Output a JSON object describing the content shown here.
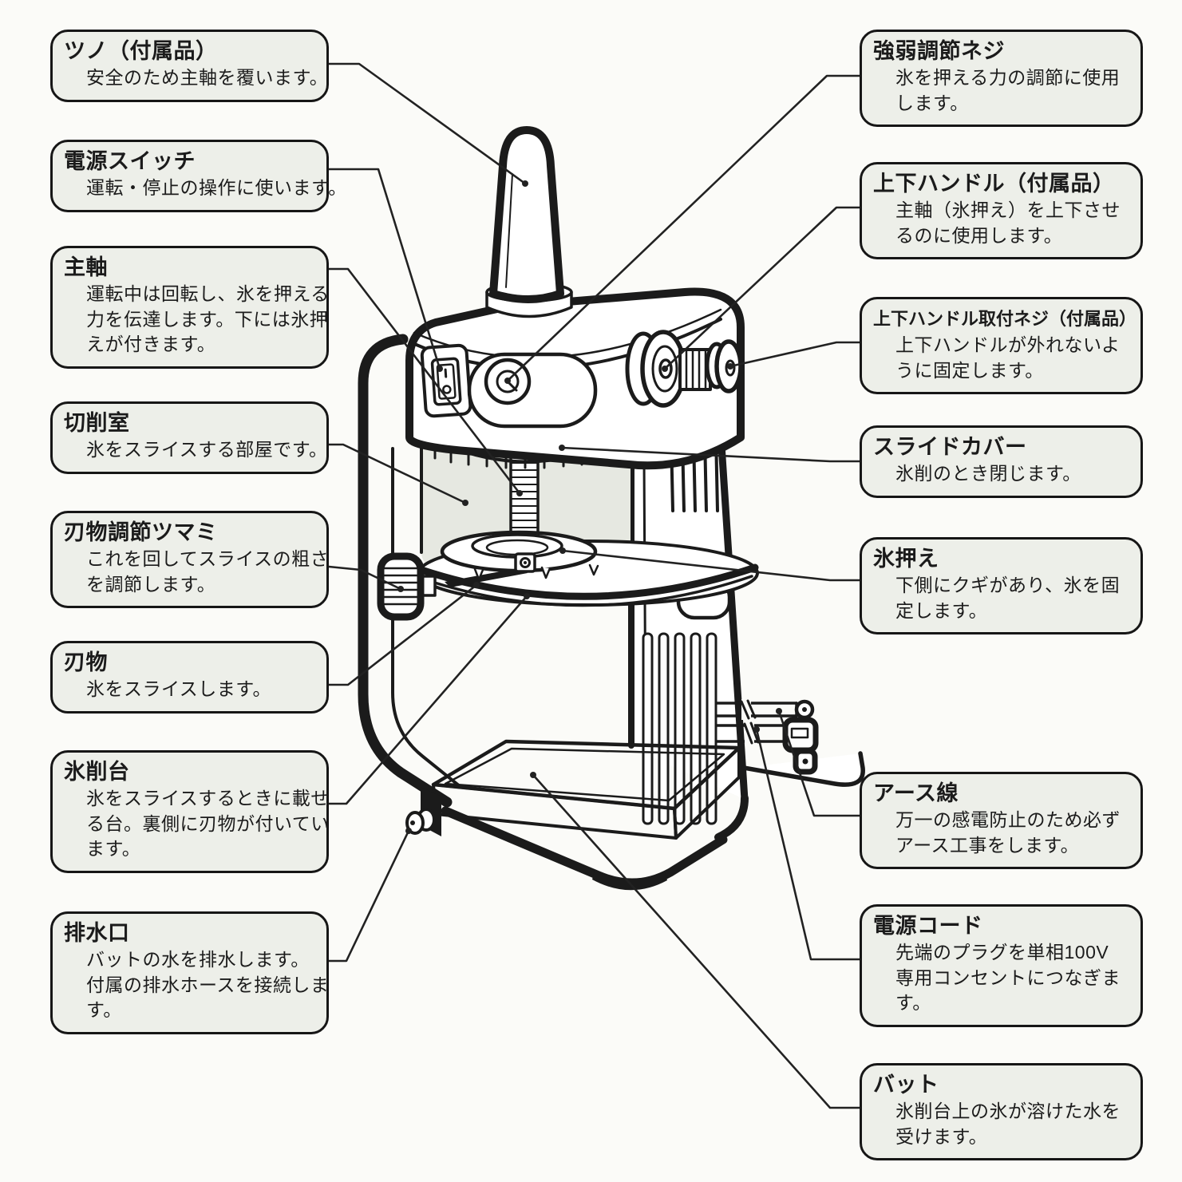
{
  "theme": {
    "background": "#fbfbf8",
    "ink": "#1b1b1b",
    "box_fill": "#edefe9",
    "box_border": "#161616"
  },
  "labels_left": [
    {
      "title": "ツノ（付属品）",
      "desc_lines": [
        "安全のため主軸を覆います。"
      ]
    },
    {
      "title": "電源スイッチ",
      "desc_lines": [
        "運転・停止の操作に使います。"
      ]
    },
    {
      "title": "主軸",
      "desc_lines": [
        "運転中は回転し、氷を押える",
        "力を伝達します。下には氷押",
        "えが付きます。"
      ]
    },
    {
      "title": "切削室",
      "desc_lines": [
        "氷をスライスする部屋です。"
      ]
    },
    {
      "title": "刃物調節ツマミ",
      "desc_lines": [
        "これを回してスライスの粗さ",
        "を調節します。"
      ]
    },
    {
      "title": "刃物",
      "desc_lines": [
        "氷をスライスします。"
      ]
    },
    {
      "title": "氷削台",
      "desc_lines": [
        "氷をスライスするときに載せ",
        "る台。裏側に刃物が付いてい",
        "ます。"
      ]
    },
    {
      "title": "排水口",
      "desc_lines": [
        "バットの水を排水します。",
        "付属の排水ホースを接続しま",
        "す。"
      ]
    }
  ],
  "labels_right": [
    {
      "title": "強弱調節ネジ",
      "desc_lines": [
        "氷を押える力の調節に使用",
        "します。"
      ]
    },
    {
      "title": "上下ハンドル（付属品）",
      "desc_lines": [
        "主軸（氷押え）を上下させ",
        "るのに使用します。"
      ]
    },
    {
      "title": "上下ハンドル取付ネジ（付属品）",
      "desc_lines": [
        "上下ハンドルが外れないよ",
        "うに固定します。"
      ]
    },
    {
      "title": "スライドカバー",
      "desc_lines": [
        "氷削のとき閉じます。"
      ]
    },
    {
      "title": "氷押え",
      "desc_lines": [
        "下側にクギがあり、氷を固",
        "定します。"
      ]
    },
    {
      "title": "アース線",
      "desc_lines": [
        "万一の感電防止のため必ず",
        "アース工事をします。"
      ]
    },
    {
      "title": "電源コード",
      "desc_lines": [
        "先端のプラグを単相100V",
        "専用コンセントにつなぎま",
        "す。"
      ]
    },
    {
      "title": "バット",
      "desc_lines": [
        "氷削台上の氷が溶けた水を",
        "受けます。"
      ]
    }
  ]
}
